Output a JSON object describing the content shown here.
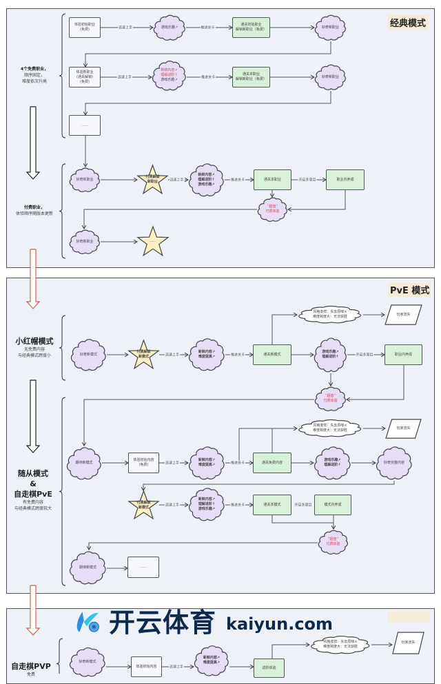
{
  "sections": [
    {
      "title": "经典模式",
      "groups": [
        {
          "lines": [
            "4个免费职业，",
            "顺序固定，",
            "难度依次升高"
          ]
        },
        {
          "lines": [
            "付费职业，",
            "体验顺序随版本更新"
          ]
        }
      ]
    },
    {
      "title": "PvE 模式",
      "groups": [
        {
          "lines": [
            "小红帽模式",
            "无免费内容",
            "与经典模式跨度小"
          ]
        },
        {
          "lines": [
            "随从模式",
            "&",
            "自走棋PvE",
            "有免费内容",
            "与经典模式跨度较大"
          ]
        }
      ]
    },
    {
      "title": "",
      "groups": [
        {
          "lines": [
            "自走棋PVP",
            "免费"
          ]
        }
      ]
    }
  ],
  "edge_labels": {
    "quick": "迅速上手",
    "advance": "推进关卡",
    "replay": "开启多周目"
  },
  "nodes": {
    "n1a": {
      "shape": "box",
      "lines": [
        "体验初始职业",
        "(免费)"
      ]
    },
    "n1b": {
      "shape": "cloud",
      "lines": [
        "游戏乐趣↗"
      ]
    },
    "n1c": {
      "shape": "green",
      "lines": [
        "通关初始职业",
        "解锁新职业（免费）"
      ]
    },
    "n1d": {
      "shape": "cloud",
      "lines": [
        "好奇新职业"
      ]
    },
    "n2a": {
      "shape": "box",
      "lines": [
        "体验新职业",
        "(通关解锁)",
        "(免费)"
      ]
    },
    "n2b": {
      "shape": "cloud",
      "lines": [
        "新鲜内容↗",
        "理解进阶↑",
        "游戏乐趣↗"
      ]
    },
    "n2c": {
      "shape": "green",
      "lines": [
        "通关本职业",
        "解锁新职业（免费）"
      ]
    },
    "n2d": {
      "shape": "cloud",
      "lines": [
        "好奇新职业"
      ]
    },
    "n3a": {
      "shape": "box",
      "lines": [
        "……"
      ]
    },
    "n4a": {
      "shape": "cloud",
      "lines": [
        "好奇新职业"
      ]
    },
    "n4b": {
      "shape": "star",
      "lines": [
        "付费解锁",
        "新职业"
      ]
    },
    "n4c": {
      "shape": "cloud",
      "lines": [
        "新鲜内容↗",
        "理解进阶↑",
        "游戏乐趣↗"
      ]
    },
    "n4d": {
      "shape": "green",
      "lines": [
        "通关本职业"
      ]
    },
    "n4e": {
      "shape": "green",
      "lines": [
        "职业内养成"
      ]
    },
    "n4f": {
      "shape": "cloud",
      "lines": [
        "“超值”",
        "付费体验"
      ]
    },
    "n5a": {
      "shape": "cloud",
      "lines": [
        "好奇新职业"
      ]
    },
    "n5b": {
      "shape": "star",
      "lines": [
        "……"
      ]
    },
    "p1a": {
      "shape": "cloud",
      "lines": [
        "好奇新模式"
      ]
    },
    "p1b": {
      "shape": "star",
      "lines": [
        "付费解锁",
        "新模式"
      ]
    },
    "p1c": {
      "shape": "cloud",
      "lines": [
        "新鲜内容↗",
        "难度提高↗"
      ]
    },
    "p1d": {
      "shape": "green",
      "lines": [
        "通关新模式"
      ]
    },
    "p1e": {
      "shape": "cloud",
      "lines": [
        "游戏乐趣↗",
        "理解进阶↑"
      ]
    },
    "p1f": {
      "shape": "green",
      "lines": [
        "职业内养成"
      ]
    },
    "p1g": {
      "shape": "thought",
      "lines": [
        "风格变样：失去原味×",
        "难度跨度大：无法获胜"
      ]
    },
    "p1h": {
      "shape": "para",
      "lines": [
        "玩家流失"
      ]
    },
    "p1i": {
      "shape": "cloud",
      "lines": [
        "“超值”",
        "付费体验"
      ]
    },
    "p2a": {
      "shape": "cloud",
      "lines": [
        "期待新模式"
      ]
    },
    "p2b": {
      "shape": "box",
      "lines": [
        "体验初始内容",
        "(免费)"
      ]
    },
    "p2c": {
      "shape": "cloud",
      "lines": [
        "新鲜内容↗",
        "难度提高↗"
      ]
    },
    "p2d": {
      "shape": "green",
      "lines": [
        "通关免费内容"
      ]
    },
    "p2e": {
      "shape": "cloud",
      "lines": [
        "游戏乐趣↗",
        "理解进阶↑"
      ]
    },
    "p2f": {
      "shape": "cloud",
      "lines": [
        "好奇完整内容"
      ]
    },
    "p2g": {
      "shape": "thought",
      "lines": [
        "风格变样：失去原味×",
        "难度跨度大：无法获胜"
      ]
    },
    "p2h": {
      "shape": "para",
      "lines": [
        "玩家流失"
      ]
    },
    "p3a": {
      "shape": "star",
      "lines": [
        "付费解锁",
        "新模式"
      ]
    },
    "p3b": {
      "shape": "cloud",
      "lines": [
        "新鲜内容↗",
        "理解进阶↑",
        "游戏乐趣↗"
      ]
    },
    "p3c": {
      "shape": "green",
      "lines": [
        "通关本模式"
      ]
    },
    "p3d": {
      "shape": "green",
      "lines": [
        "模式内养成"
      ]
    },
    "p3e": {
      "shape": "cloud",
      "lines": [
        "“超值”",
        "付费体验"
      ]
    },
    "p4a": {
      "shape": "cloud",
      "lines": [
        "期待新模式"
      ]
    },
    "p4b": {
      "shape": "box",
      "lines": [
        "……"
      ]
    },
    "q1a": {
      "shape": "cloud",
      "lines": [
        "好奇新模式"
      ]
    },
    "q1b": {
      "shape": "box",
      "lines": [
        "体验初始内容"
      ]
    },
    "q1c": {
      "shape": "cloud",
      "lines": [
        "新鲜内容↗",
        "难度提高↗"
      ]
    },
    "q1d": {
      "shape": "green",
      "lines": [
        "进阶体验"
      ]
    },
    "q1e": {
      "shape": "thought",
      "lines": [
        "风格变样：失去原味×",
        "难度跨度大：无法获胜"
      ]
    },
    "q1f": {
      "shape": "para",
      "lines": [
        "玩家流失"
      ]
    }
  },
  "colors": {
    "panel": "#eef1f8",
    "cloud": "#e6def5",
    "star": "#fbefc4",
    "green": "#d9f0da",
    "highlight_red": "#d9435a",
    "paid_arrow": "#c9604f"
  },
  "watermark": {
    "cn": "开云体育",
    "en": "kaiyun.com"
  }
}
